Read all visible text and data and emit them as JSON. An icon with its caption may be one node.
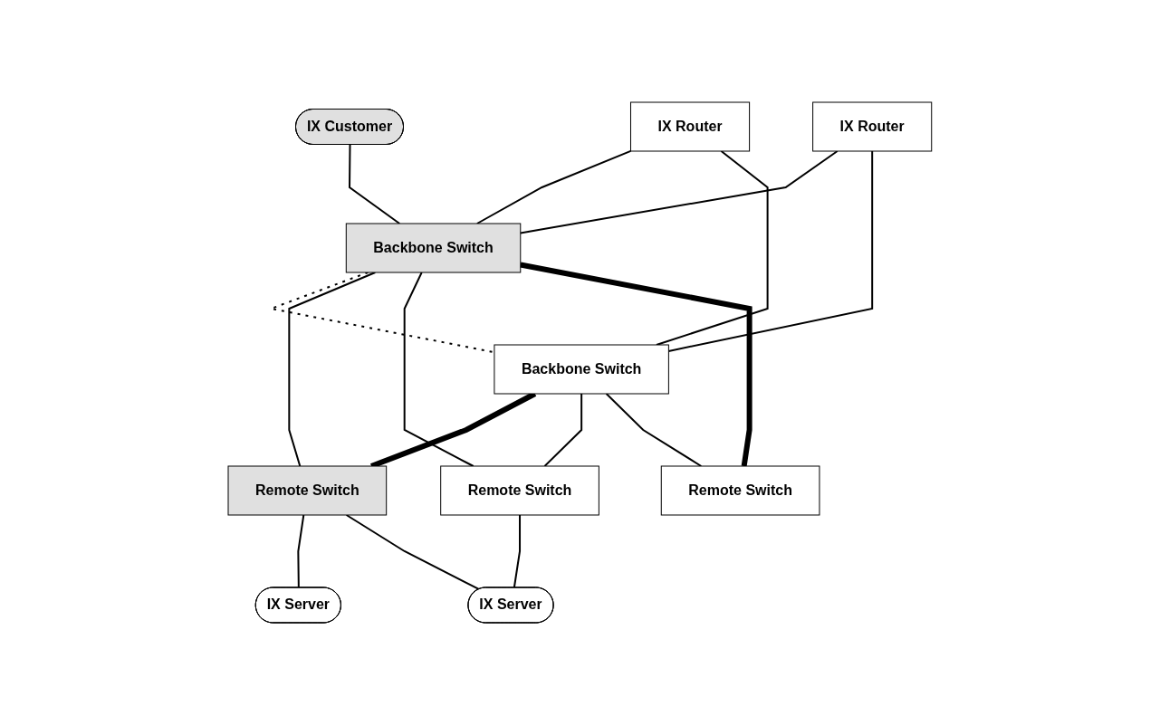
{
  "diagram": {
    "nodes": [
      {
        "text": [
          "IX Customer"
        ]
      },
      {
        "text": [
          "IX Router"
        ]
      },
      {
        "text": [
          "IX Router"
        ]
      },
      {
        "text": [
          "Backbone Switch"
        ]
      },
      {
        "text": [
          "Backbone Switch"
        ]
      },
      {
        "text": [
          "Remote Switch"
        ]
      },
      {
        "text": [
          "Remote Switch"
        ]
      },
      {
        "text": [
          "Remote Switch"
        ]
      },
      {
        "text": [
          "IX Server"
        ]
      },
      {
        "text": [
          "IX Server"
        ]
      }
    ],
    "edges": [
      {
        "from": 0,
        "to": 3,
        "arrow": "none"
      },
      {
        "from": 1,
        "to": 3,
        "arrow": "none"
      },
      {
        "from": 1,
        "to": 4,
        "arrow": "none"
      },
      {
        "from": 2,
        "to": 3,
        "arrow": "none"
      },
      {
        "from": 2,
        "to": 4,
        "arrow": "none"
      },
      {
        "from": 3,
        "to": 4,
        "arrow": "none",
        "style": "dashed"
      },
      {
        "from": 3,
        "to": 5,
        "arrow": "none"
      },
      {
        "from": 3,
        "to": 6,
        "arrow": "none"
      },
      {
        "from": 3,
        "to": 7,
        "arrow": "none",
        "style": "thick"
      },
      {
        "from": 4,
        "to": 5,
        "arrow": "none",
        "style": "thick"
      },
      {
        "from": 4,
        "to": 6,
        "arrow": "none"
      },
      {
        "from": 4,
        "to": 7,
        "arrow": "none"
      },
      {
        "from": 5,
        "to": 8,
        "arrow": "none"
      },
      {
        "from": 5,
        "to": 9,
        "arrow": "none"
      },
      {
        "from": 6,
        "to": 9,
        "arrow": "none"
      }
    ]
  }
}
